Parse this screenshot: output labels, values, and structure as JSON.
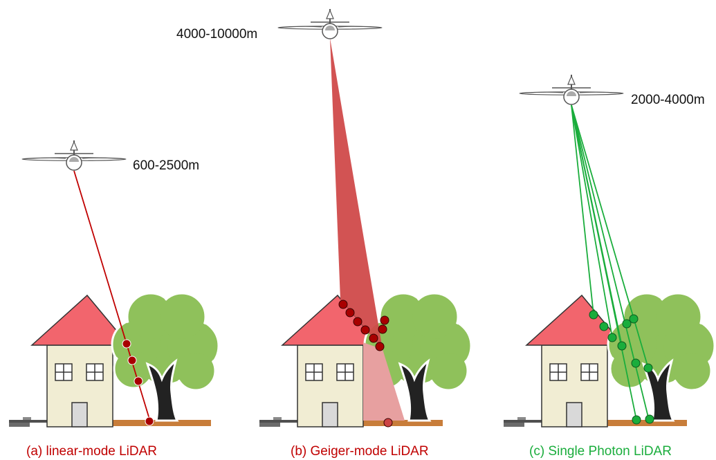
{
  "panels": [
    {
      "id": "a",
      "altitude": "600-2500m",
      "caption": "(a) linear-mode LiDAR",
      "beam_color": "#c00000",
      "caption_color": "#c00000"
    },
    {
      "id": "b",
      "altitude": "4000-10000m",
      "caption": "(b) Geiger-mode LiDAR",
      "beam_color": "#d04a4a",
      "caption_color": "#c00000"
    },
    {
      "id": "c",
      "altitude": "2000-4000m",
      "caption": "(c) Single Photon LiDAR",
      "beam_color": "#1aad3c",
      "caption_color": "#1aad3c"
    }
  ],
  "colors": {
    "roof": "#f2656d",
    "wall": "#f1edd3",
    "tree_foliage": "#8fc15b",
    "trunk": "#222222",
    "ground": "#c87d3a",
    "return_red": "#a80000",
    "return_green": "#1aad3c"
  }
}
